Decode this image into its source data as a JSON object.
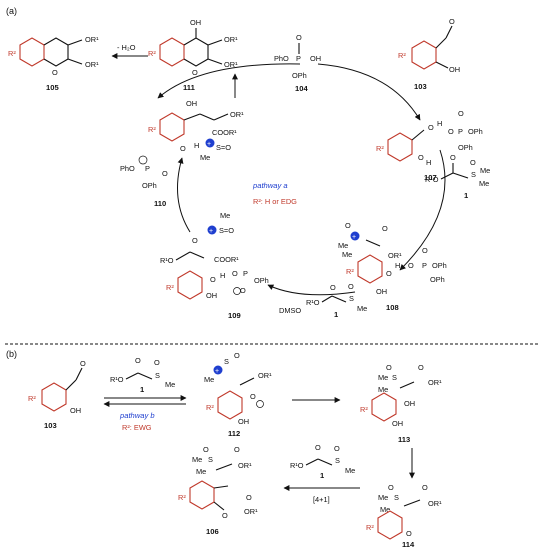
{
  "panels": [
    {
      "label": "(a)"
    },
    {
      "label": "(b)"
    }
  ],
  "compounds": {
    "c105": "105",
    "c111": "111",
    "c104": "104",
    "c103": "103",
    "c110": "110",
    "c107": "107",
    "c1": "1",
    "c109": "109",
    "c108": "108",
    "c103b": "103",
    "c112": "112",
    "c113": "113",
    "c114": "114",
    "c106": "106",
    "c1b": "1",
    "c1c": "1",
    "c1d": "1"
  },
  "labels": {
    "minus_water": "- H₂O",
    "pathway_a": "pathway a",
    "r2_a": "R²: H or EDG",
    "pathway_b": "pathway b",
    "r2_b": "R²: EWG",
    "dmso": "DMSO",
    "cyclization": "[4+1]",
    "phenol_phosphate": "PhO",
    "ph_o": "OPh"
  },
  "colors": {
    "substituent": "#c0392b",
    "annotation": "#1f3fcf"
  }
}
